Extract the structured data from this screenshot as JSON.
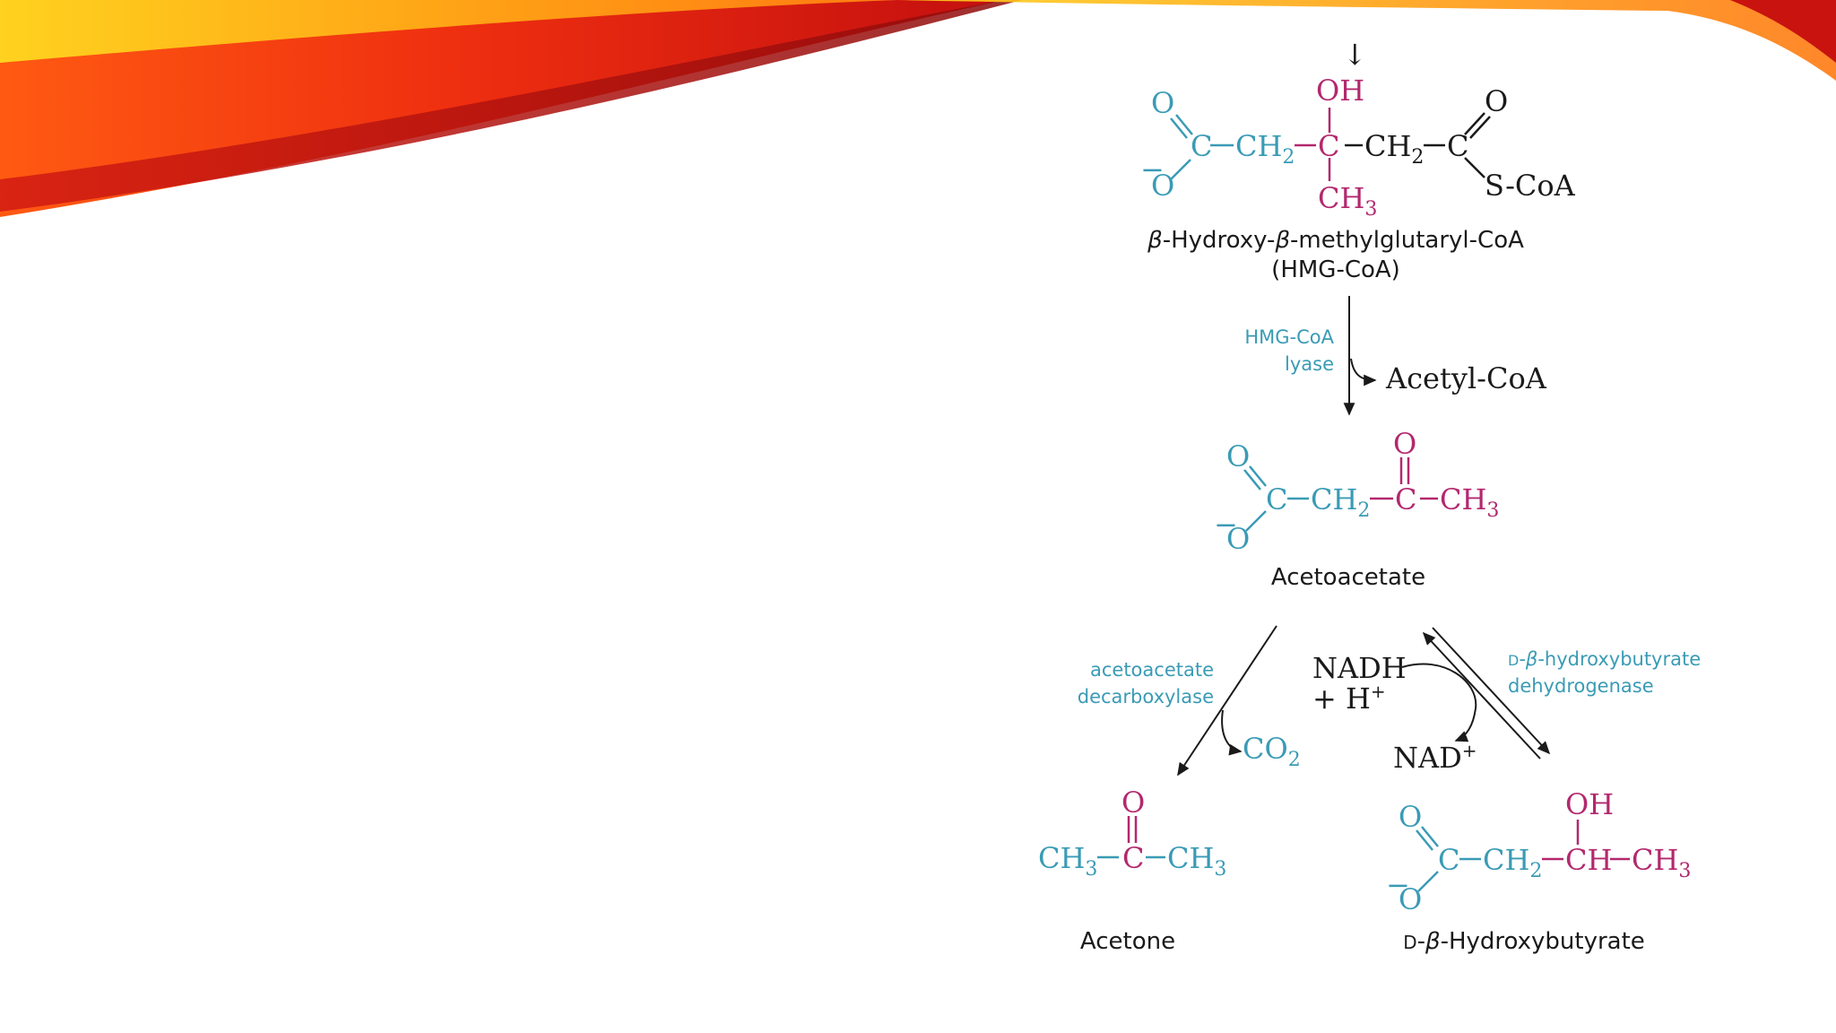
{
  "colors": {
    "blue": "#3a9bb5",
    "magenta": "#b3286e",
    "black": "#1a1a1a",
    "banner": [
      "#ffd21f",
      "#ff9a14",
      "#f2470f",
      "#c40f0f"
    ]
  },
  "hmg_coa": {
    "o_top": "O",
    "o_minus_charge": "−",
    "o_minus": "O",
    "c1": "C",
    "ch2_a": "CH",
    "sub2": "2",
    "oh": "OH",
    "c_center": "C",
    "ch3": "CH",
    "sub3": "3",
    "ch2_b": "CH",
    "c_thio": "C",
    "o_thio": "O",
    "scoa": "S-CoA",
    "name_beta1": "β",
    "name_mid1": "-Hydroxy-",
    "name_beta2": "β",
    "name_mid2": "-methylglutaryl-CoA",
    "abbrev": "(HMG-CoA)"
  },
  "step1": {
    "enzyme_line1": "HMG-CoA",
    "enzyme_line2": "lyase",
    "product": "Acetyl-CoA"
  },
  "acetoacetate": {
    "o_top": "O",
    "o_minus_charge": "−",
    "o_minus": "O",
    "c1": "C",
    "ch2": "CH",
    "sub2": "2",
    "o_keto": "O",
    "c_keto": "C",
    "ch3": "CH",
    "sub3": "3",
    "name": "Acetoacetate"
  },
  "step2": {
    "decarb_line1": "acetoacetate",
    "decarb_line2": "decarboxylase",
    "co2": "CO",
    "co2_sub": "2",
    "nadh": "NADH",
    "h_plus": "+ H",
    "plus": "+",
    "nad": "NAD",
    "dehyd_prefix": "D",
    "dehyd_beta": "β",
    "dehyd_line1_rest": "-hydroxybutyrate",
    "dehyd_line2": "dehydrogenase"
  },
  "acetone": {
    "ch3_left": "CH",
    "sub3": "3",
    "o": "O",
    "c": "C",
    "ch3_right": "CH",
    "name": "Acetone"
  },
  "hydroxybutyrate": {
    "o_top": "O",
    "o_minus_charge": "−",
    "o_minus": "O",
    "c1": "C",
    "ch2": "CH",
    "sub2": "2",
    "oh": "OH",
    "ch": "CH",
    "ch3": "CH",
    "sub3": "3",
    "name_prefix": "D",
    "name_beta": "β",
    "name_rest": "-Hydroxybutyrate"
  }
}
